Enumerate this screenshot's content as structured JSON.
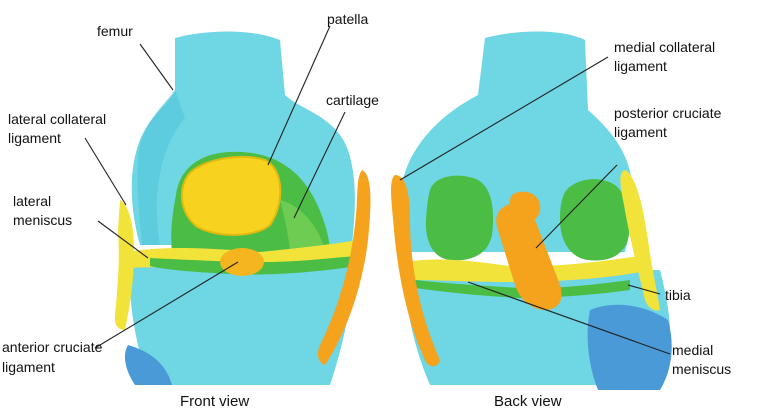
{
  "colors": {
    "bone": "#6fd6e4",
    "bone_shade": "#3fb9cf",
    "tibia_blue": "#4a9ad8",
    "cartilage": "#4bbd45",
    "cartilage_light": "#7fd35a",
    "ligament_yellow": "#f2e33a",
    "ligament_orange": "#f5a21c",
    "patella": "#f7d21e",
    "leader_line": "#222222"
  },
  "front_view": {
    "caption": "Front view",
    "labels": {
      "femur": "femur",
      "patella": "patella",
      "cartilage": "cartilage",
      "lateral_collateral_1": "lateral collateral",
      "lateral_collateral_2": "ligament",
      "lateral_meniscus_1": "lateral",
      "lateral_meniscus_2": "meniscus",
      "anterior_cruciate_1": "anterior cruciate",
      "anterior_cruciate_2": "ligament"
    }
  },
  "back_view": {
    "caption": "Back view",
    "labels": {
      "medial_collateral_1": "medial collateral",
      "medial_collateral_2": "ligament",
      "posterior_cruciate_1": "posterior cruciate",
      "posterior_cruciate_2": "ligament",
      "tibia": "tibia",
      "medial_meniscus_1": "medial",
      "medial_meniscus_2": "meniscus"
    }
  }
}
